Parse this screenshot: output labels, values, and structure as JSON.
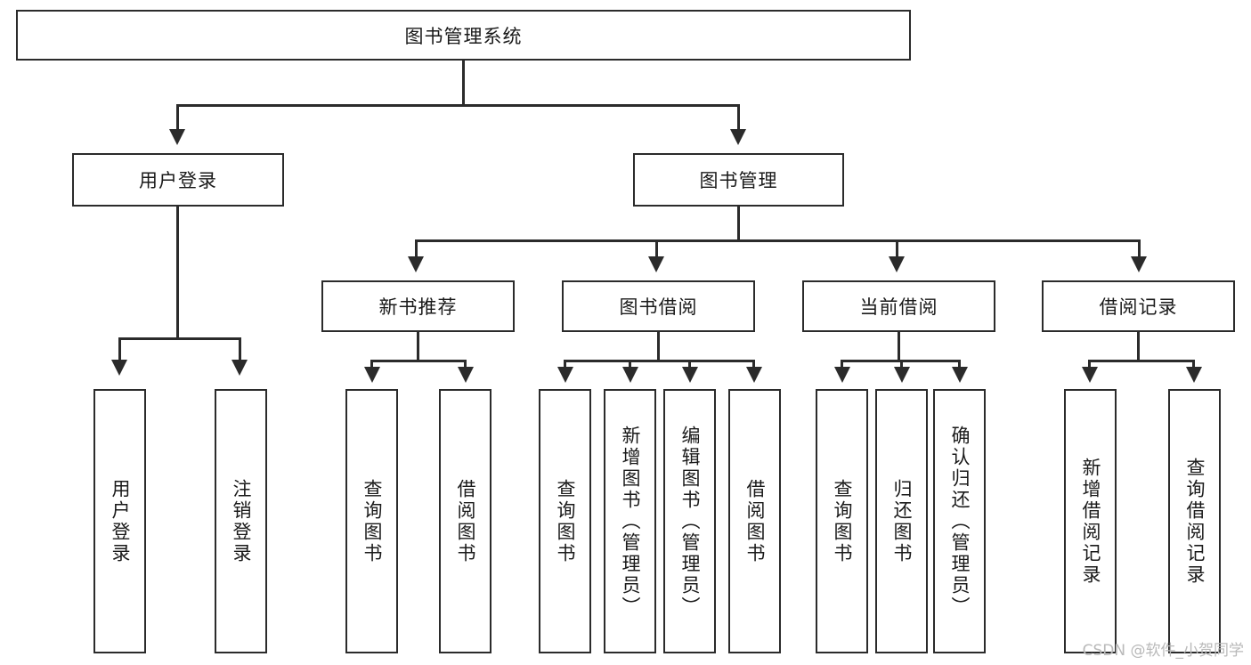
{
  "diagram": {
    "type": "tree-hierarchy",
    "title": "图书管理系统",
    "root": {
      "label": "图书管理系统"
    },
    "level2": [
      {
        "id": "user-login",
        "label": "用户登录"
      },
      {
        "id": "book-management",
        "label": "图书管理"
      }
    ],
    "level3": [
      {
        "id": "new-book-recommend",
        "label": "新书推荐",
        "parent": "book-management"
      },
      {
        "id": "book-borrow",
        "label": "图书借阅",
        "parent": "book-management"
      },
      {
        "id": "current-borrow",
        "label": "当前借阅",
        "parent": "book-management"
      },
      {
        "id": "borrow-record",
        "label": "借阅记录",
        "parent": "book-management"
      }
    ],
    "leaves": {
      "user_login": [
        {
          "id": "leaf-user-login",
          "label": "用户登录"
        },
        {
          "id": "leaf-user-logout",
          "label": "注销登录"
        }
      ],
      "new_book_recommend": [
        {
          "id": "leaf-query-book-1",
          "label": "查询图书"
        },
        {
          "id": "leaf-borrow-book-1",
          "label": "借阅图书"
        }
      ],
      "book_borrow": [
        {
          "id": "leaf-query-book-2",
          "label": "查询图书"
        },
        {
          "id": "leaf-add-book",
          "label": "新增图书（管理员）"
        },
        {
          "id": "leaf-edit-book",
          "label": "编辑图书（管理员）"
        },
        {
          "id": "leaf-borrow-book-2",
          "label": "借阅图书"
        }
      ],
      "current_borrow": [
        {
          "id": "leaf-query-book-3",
          "label": "查询图书"
        },
        {
          "id": "leaf-return-book",
          "label": "归还图书"
        },
        {
          "id": "leaf-confirm-return",
          "label": "确认归还（管理员）"
        }
      ],
      "borrow_record": [
        {
          "id": "leaf-add-record",
          "label": "新增借阅记录"
        },
        {
          "id": "leaf-query-record",
          "label": "查询借阅记录"
        }
      ]
    },
    "colors": {
      "stroke": "#2b2b2b",
      "fill": "#ffffff",
      "text": "#1a1a1a",
      "watermark": "#b9b9b9"
    }
  },
  "watermark": {
    "text": "CSDN @软件_小贺同学"
  }
}
